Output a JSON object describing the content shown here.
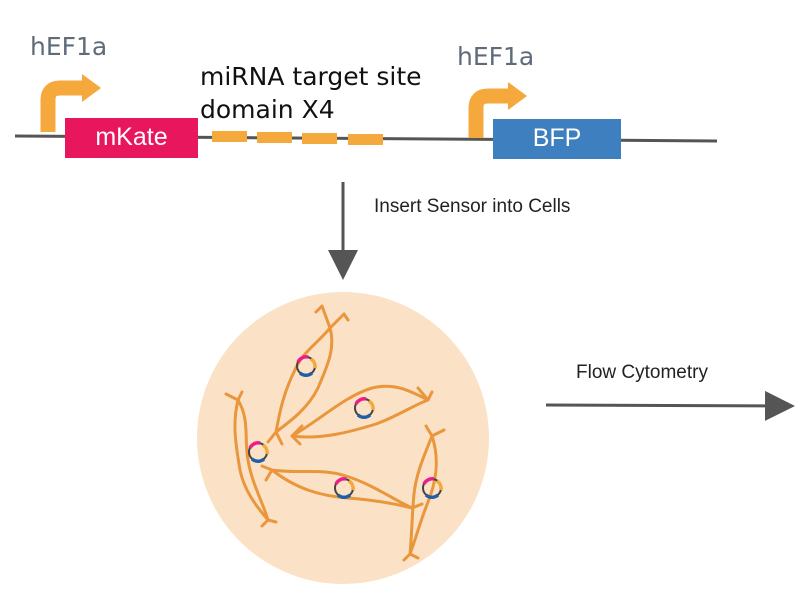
{
  "construct": {
    "promoter_1": "hEF1a",
    "promoter_2": "hEF1a",
    "gene_1": "mKate",
    "gene_2": "BFP",
    "target_site": "miRNA target site domain X4",
    "target_site_count": 4
  },
  "steps": {
    "insert": "Insert Sensor into Cells",
    "analysis": "Flow Cytometry"
  },
  "colors": {
    "promoter_arrow": "#f5a83c",
    "target_site": "#f5a83c",
    "mkate": "#e8175d",
    "bfp": "#3d7fbf",
    "backbone": "#555555",
    "cell_dish": "#fbe2c6",
    "cell_body": "#e9963c",
    "plasmid_pink": "#ec1e8c",
    "plasmid_blue": "#1f5fa8",
    "plasmid_ring": "#444444",
    "arrow": "#555555"
  }
}
